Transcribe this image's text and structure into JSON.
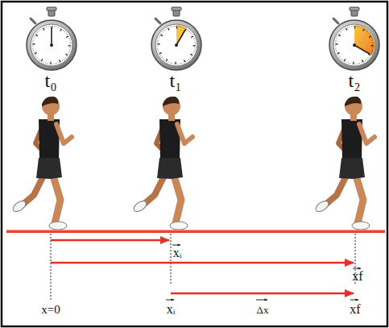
{
  "diagram": {
    "labels": [
      "t₀",
      "t₁",
      "t₂",
      "xᵢ",
      "xf",
      "x=0",
      "xᵢ",
      "Δx",
      "xf"
    ]
  }
}
